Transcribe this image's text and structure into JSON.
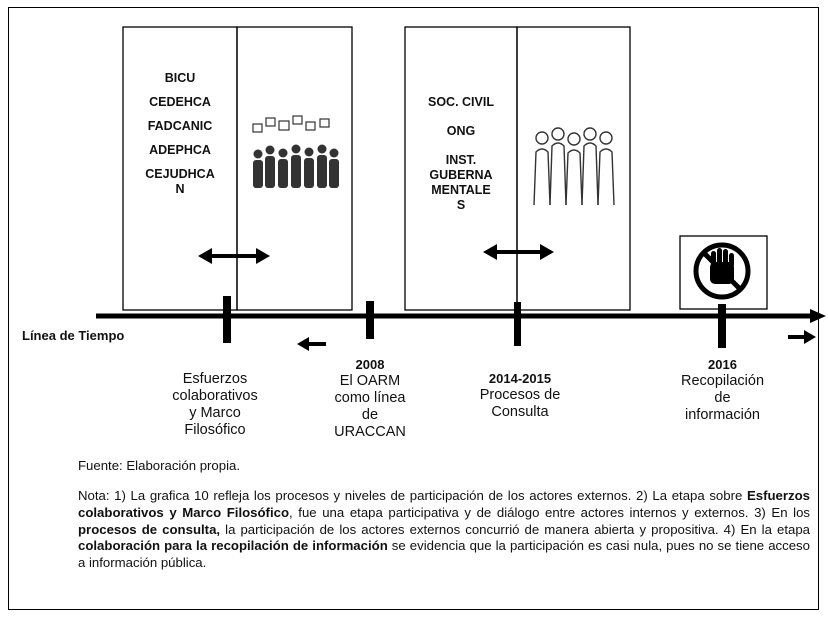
{
  "timeline": {
    "axis_label": "Línea de Tiempo",
    "boxes": [
      {
        "names": [
          "BICU",
          "CEDEHCA",
          "FADCANIC",
          "ADEPHCA",
          "CEJUDHCA",
          "N"
        ]
      },
      {
        "names": [
          "SOC. CIVIL",
          "ONG",
          "INST.",
          "GUBERNA",
          "MENTALE",
          "S"
        ]
      }
    ],
    "milestones": [
      {
        "year": "",
        "label_lines": [
          "Esfuerzos",
          "colaborativos",
          "y Marco",
          "Filosófico"
        ]
      },
      {
        "year": "2008",
        "label_lines": [
          "El OARM",
          "como línea",
          "de",
          "URACCAN"
        ]
      },
      {
        "year": "2014-2015",
        "label_lines": [
          "Procesos de",
          "Consulta"
        ]
      },
      {
        "year": "2016",
        "label_lines": [
          "Recopilación",
          "de",
          "información"
        ]
      }
    ],
    "icons": [
      "group-with-speech-bubbles-icon",
      "people-crowd-icon",
      "no-entry-hand-icon"
    ]
  },
  "source": "Fuente: Elaboración propia.",
  "note": {
    "p1": "Nota: 1) La grafica 10 refleja los procesos y niveles de participación de los actores externos. 2) La etapa sobre ",
    "b1": "Esfuerzos colaborativos y Marco Filosófico",
    "p2": ", fue una etapa participativa y de diálogo entre actores internos y externos. 3) En los ",
    "b2": "procesos de consulta,",
    "p3": " la participación de los actores externos concurrió de manera abierta y propositiva. 4) En la etapa ",
    "b3": "colaboración para la recopilación de información",
    "p4": " se evidencia que la participación es casi nula, pues no se tiene acceso a información pública."
  }
}
